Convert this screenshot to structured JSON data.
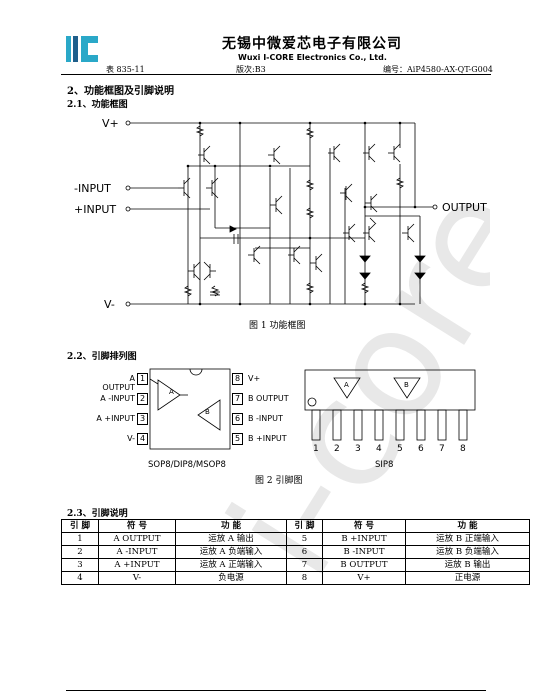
{
  "header": {
    "company_cn": "无锡中微爱芯电子有限公司",
    "company_en": "Wuxi I-CORE Electronics Co., Ltd.",
    "form_no": "表 835-11",
    "version": "版次:B3",
    "doc_no": "编号：AiP4580-AX-QT-G004"
  },
  "section": {
    "title": "2、功能框图及引脚说明",
    "sub1": "2.1、功能框图",
    "sub2": "2.2、引脚排列图",
    "sub3": "2.3、引脚说明"
  },
  "figure1": {
    "caption": "图 1 功能框图",
    "labels": {
      "vplus": "V+",
      "ninput": "-INPUT",
      "pinput": "+INPUT",
      "vminus": "V-",
      "output": "OUTPUT"
    }
  },
  "figure2": {
    "caption": "图 2 引脚图",
    "sop_label": "SOP8/DIP8/MSOP8",
    "sip_label": "SIP8",
    "left_pins": [
      {
        "num": "1",
        "name": "A OUTPUT"
      },
      {
        "num": "2",
        "name": "A -INPUT"
      },
      {
        "num": "3",
        "name": "A +INPUT"
      },
      {
        "num": "4",
        "name": "V-"
      }
    ],
    "right_pins": [
      {
        "num": "8",
        "name": "V+"
      },
      {
        "num": "7",
        "name": "B OUTPUT"
      },
      {
        "num": "6",
        "name": "B -INPUT"
      },
      {
        "num": "5",
        "name": "B +INPUT"
      }
    ],
    "amp_a": "A",
    "amp_b": "B",
    "sip_pin_numbers": [
      "1",
      "2",
      "3",
      "4",
      "5",
      "6",
      "7",
      "8"
    ]
  },
  "pin_table": {
    "headers": [
      "引 脚",
      "符 号",
      "功 能",
      "引 脚",
      "符 号",
      "功 能"
    ],
    "rows": [
      [
        "1",
        "A OUTPUT",
        "运放 A 输出",
        "5",
        "B +INPUT",
        "运放 B 正端输入"
      ],
      [
        "2",
        "A -INPUT",
        "运放 A 负端输入",
        "6",
        "B -INPUT",
        "运放 B 负端输入"
      ],
      [
        "3",
        "A +INPUT",
        "运放 A 正端输入",
        "7",
        "B OUTPUT",
        "运放 B 输出"
      ],
      [
        "4",
        "V-",
        "负电源",
        "8",
        "V+",
        "正电源"
      ]
    ]
  },
  "watermark": "i-core",
  "colors": {
    "logo_cyan": "#2aa8c8",
    "logo_dark": "#1f5f8b",
    "watermark": "#e6e6e6"
  }
}
